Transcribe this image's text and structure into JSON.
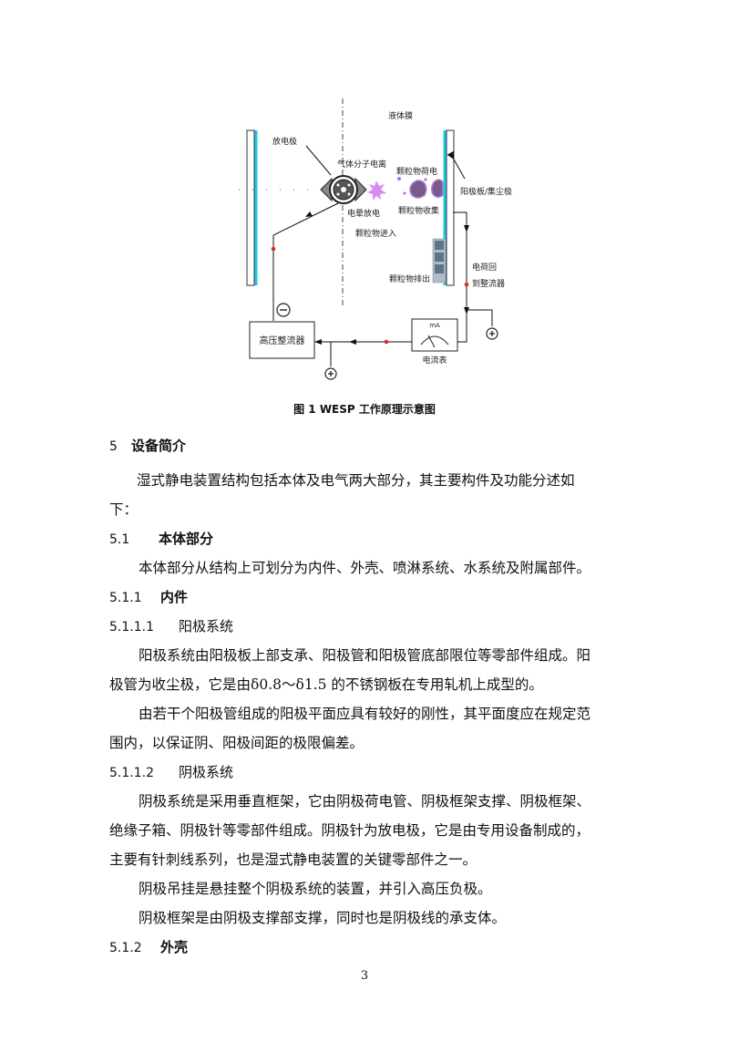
{
  "diagram": {
    "labels": {
      "discharge_electrode": "放电极",
      "gas_ionization": "气体分子电离",
      "particle_charging": "颗粒物荷电",
      "liquid_film": "液体膜",
      "anode_plate": "阳极板/集尘极",
      "particle_collection": "颗粒物收集",
      "corona_discharge": "电晕放电",
      "particle_entry": "颗粒物进入",
      "charge_return_1": "电荷回",
      "charge_return_2": "到整流器",
      "particle_discharge": "颗粒物排出",
      "hv_rectifier": "高压整流器",
      "ammeter": "电流表",
      "ammeter_unit": "mA",
      "minus": "−",
      "plus": "+"
    },
    "caption": "图 1 WESP 工作原理示意图"
  },
  "document": {
    "s5": {
      "num": "5",
      "title": "设备简介"
    },
    "p_intro_1": "湿式静电装置结构包括本体及电气两大部分，其主要构件及功能分述如",
    "p_intro_2": "下：",
    "s51": {
      "num": "5.1",
      "title": "本体部分"
    },
    "p51": "本体部分从结构上可划分为内件、外壳、喷淋系统、水系统及附属部件。",
    "s511": {
      "num": "5.1.1",
      "title": "内件"
    },
    "s5111": {
      "num": "5.1.1.1",
      "title": "阳极系统"
    },
    "p5111a_1": "阳极系统由阳极板上部支承、阳极管和阳极管底部限位等零部件组成。阳",
    "p5111a_2": "极管为收尘极，它是由δ0.8～δ1.5 的不锈钢板在专用轧机上成型的。",
    "p5111b_1": "由若干个阳极管组成的阳极平面应具有较好的刚性，其平面度应在规定范",
    "p5111b_2": "围内，以保证阴、阳极间距的极限偏差。",
    "s5112": {
      "num": "5.1.1.2",
      "title": "阴极系统"
    },
    "p5112a_1": "阴极系统是采用垂直框架，它由阴极荷电管、阴极框架支撑、阴极框架、",
    "p5112a_2": "绝缘子箱、阴极针等零部件组成。阴极针为放电极，它是由专用设备制成的，",
    "p5112a_3": "主要有针刺线系列，也是湿式静电装置的关键零部件之一。",
    "p5112b": "阴极吊挂是悬挂整个阴极系统的装置，并引入高压负极。",
    "p5112c": "阴极框架是由阴极支撑部支撑，同时也是阴极线的承支体。",
    "s512": {
      "num": "5.1.2",
      "title": "外壳"
    },
    "page_number": "3"
  }
}
